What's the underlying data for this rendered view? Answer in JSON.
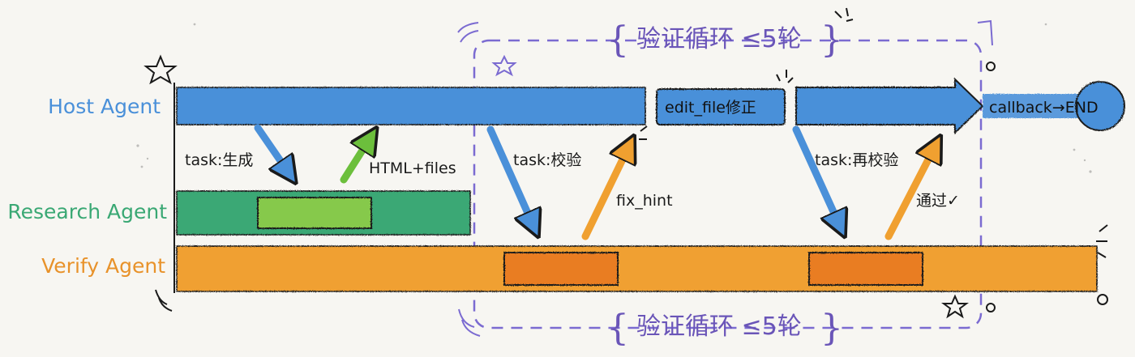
{
  "colors": {
    "host": "#4a90d9",
    "research": "#3aa874",
    "research_block": "#86c94c",
    "verify": "#f0a030",
    "verify_block": "#e97d22",
    "loop": "#7b6bd1",
    "ink": "#1a1a1a",
    "background": "#f7f6f2"
  },
  "lanes": {
    "host": "Host Agent",
    "research": "Research Agent",
    "verify": "Verify Agent"
  },
  "loop": {
    "top_label": "验证循环 ≤5轮",
    "bottom_label": "验证循环 ≤5轮"
  },
  "host_lane": {
    "edit_box": "edit_file修正",
    "end_label": "callback→END"
  },
  "messages": {
    "task_generate": "task:生成",
    "html_files": "HTML+files",
    "task_verify": "task:校验",
    "fix_hint": "fix_hint",
    "task_reverify": "task:再校验",
    "passed": "通过✓"
  },
  "icons": [
    "star-icon",
    "sparkle-icon",
    "circle-icon"
  ]
}
